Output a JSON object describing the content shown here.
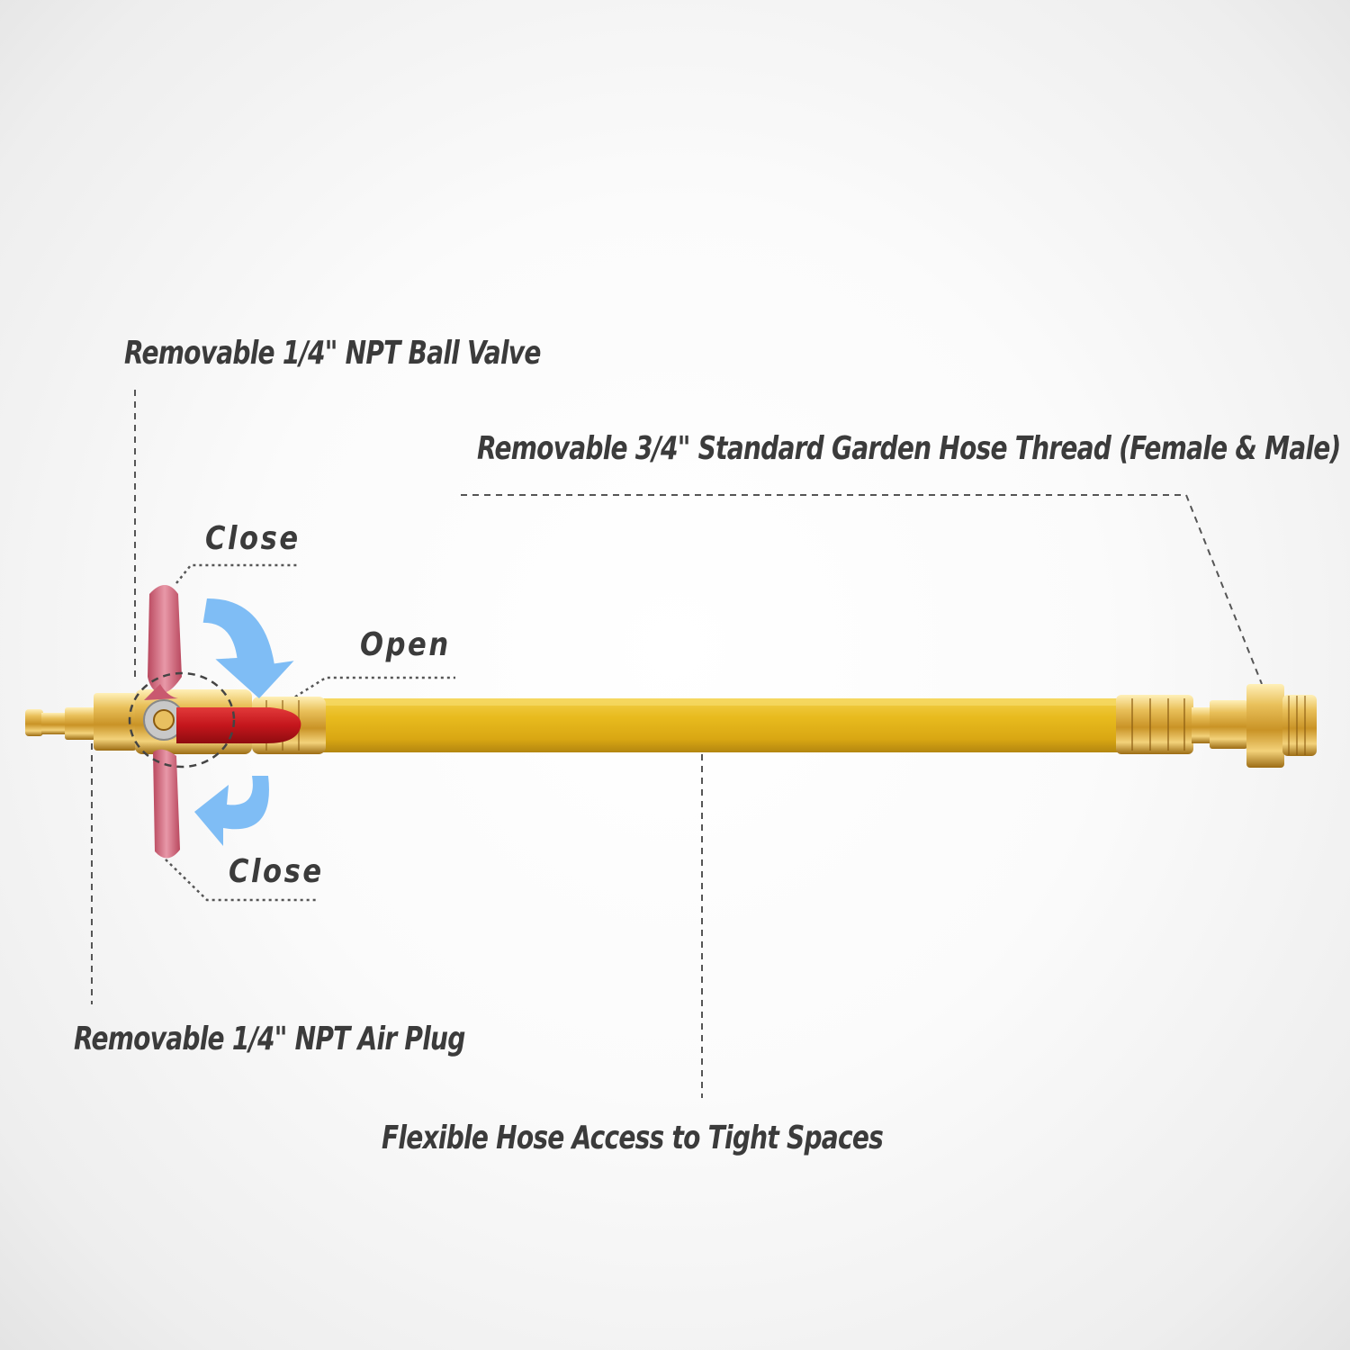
{
  "labels": {
    "ball_valve": "Removable 1/4\" NPT Ball Valve",
    "garden_thread": "Removable 3/4\" Standard Garden Hose Thread (Female & Male)",
    "close_top": "Close",
    "open": "Open",
    "close_bottom": "Close",
    "air_plug": "Removable 1/4\" NPT Air Plug",
    "flexible_hose": "Flexible Hose Access to Tight Spaces"
  },
  "colors": {
    "text": "#3b3b3b",
    "hose": "#e6b81c",
    "brass": "#d9a93a",
    "handle": "#d06a80",
    "lever": "#c4161c",
    "arrow": "#7fbdf5"
  }
}
